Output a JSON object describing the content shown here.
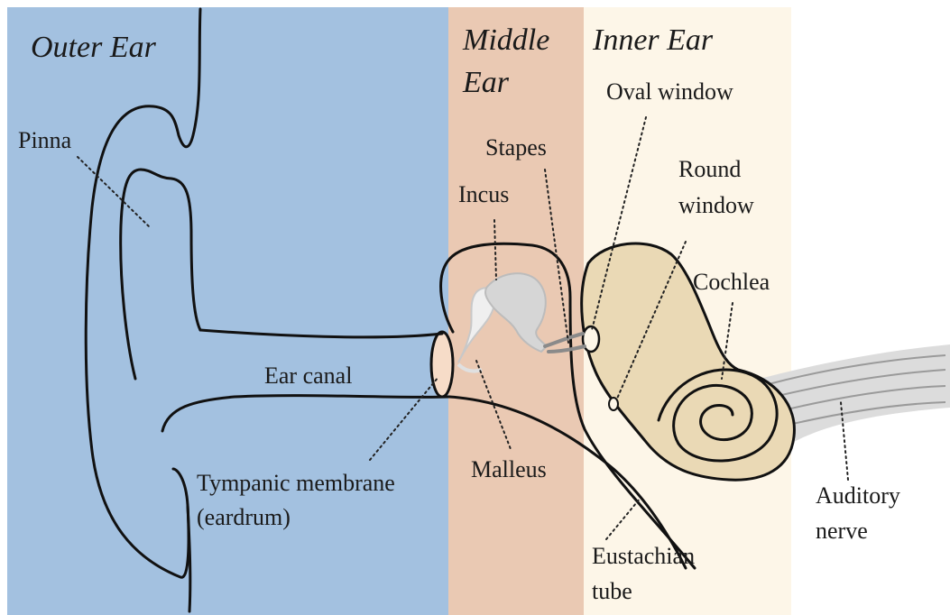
{
  "regions": {
    "outer": {
      "label": "Outer Ear",
      "color": "#a3c1e0"
    },
    "middle": {
      "label_line1": "Middle",
      "label_line2": "Ear",
      "color": "#eac9b3"
    },
    "inner": {
      "label": "Inner Ear",
      "color": "#fdf6e8"
    }
  },
  "labels": {
    "pinna": "Pinna",
    "ear_canal": "Ear canal",
    "tympanic_line1": "Tympanic membrane",
    "tympanic_line2": "(eardrum)",
    "stapes": "Stapes",
    "incus": "Incus",
    "malleus": "Malleus",
    "oval_window": "Oval window",
    "round_window_line1": "Round",
    "round_window_line2": "window",
    "cochlea": "Cochlea",
    "eustachian_line1": "Eustachian",
    "eustachian_line2": "tube",
    "auditory_line1": "Auditory",
    "auditory_line2": "nerve"
  },
  "colors": {
    "cochlea_fill": "#ead9b5",
    "eardrum_fill": "#f6dcc8",
    "ossicle_fill": "#d6d6d6",
    "nerve_fill": "#dcdcdc"
  }
}
